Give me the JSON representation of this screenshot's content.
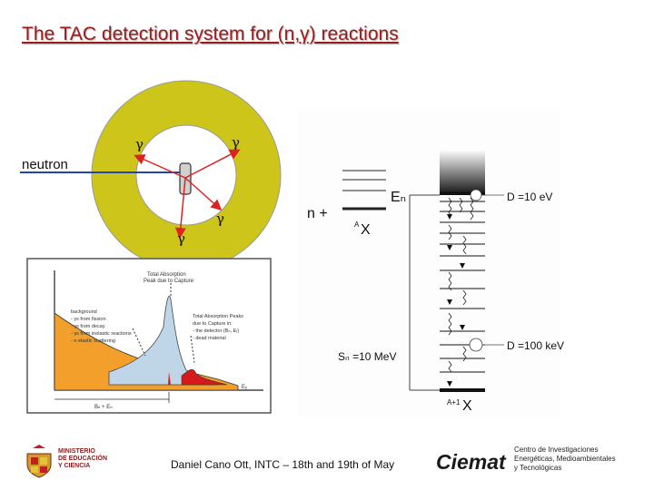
{
  "title": "The TAC detection system for (n,γ) reactions",
  "detector": {
    "neutron_label": "neutron",
    "gamma_labels": [
      "γ",
      "γ",
      "γ",
      "γ"
    ],
    "ring_color": "#cdc51a"
  },
  "spectrum": {
    "title_top": "Total Absorption\nPeak due to Capture",
    "background_lines": [
      "background",
      "- γs from fission",
      "- γs from decay",
      "- γs from inelastic reactions",
      "- n elastic scattering"
    ],
    "peaks_lines": [
      "Total Absorption Peaks",
      "due to Capture in:",
      "- the detector (Bₙ, Eᵢ)",
      "- dead material"
    ],
    "x_label_left": "Bₙ + Eₙ",
    "x_label_right": "Eᵧ"
  },
  "levels": {
    "n_plus": "n +",
    "target": "AX",
    "target_super": "A",
    "target_main": "X",
    "En_label": "Eₙ",
    "D_top": "D =10 eV",
    "Sn_label": "Sₙ =10 MeV",
    "D_bottom": "D =100 keV",
    "product_super": "A+1",
    "product_main": "X"
  },
  "footer": {
    "ministerio": "MINISTERIO\nDE EDUCACIÓN\nY CIENCIA",
    "presenter": "Daniel Cano Ott, INTC – 18th and 19th of May",
    "ciemat": "Ciemat",
    "centro": [
      "Centro de Investigaciones",
      "Energéticas, Medioambientales",
      "y Tecnológicas"
    ]
  }
}
